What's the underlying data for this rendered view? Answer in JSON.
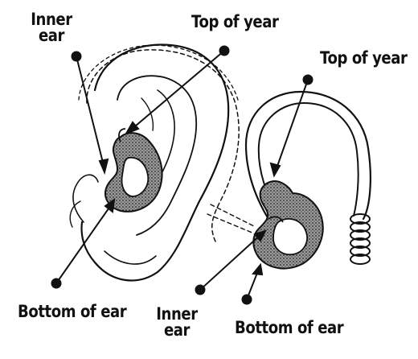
{
  "labels": {
    "inner_ear_left": [
      "Inner",
      "ear"
    ],
    "top_left": "Top of year",
    "top_right": "Top of year",
    "bottom_left": "Bottom of ear",
    "inner_ear_right": [
      "Inner",
      "ear"
    ],
    "bottom_right": "Bottom of ear"
  },
  "colors": {
    "ink": "#111111",
    "paper": "#ffffff",
    "mold_fill": "#8a8a8a"
  }
}
